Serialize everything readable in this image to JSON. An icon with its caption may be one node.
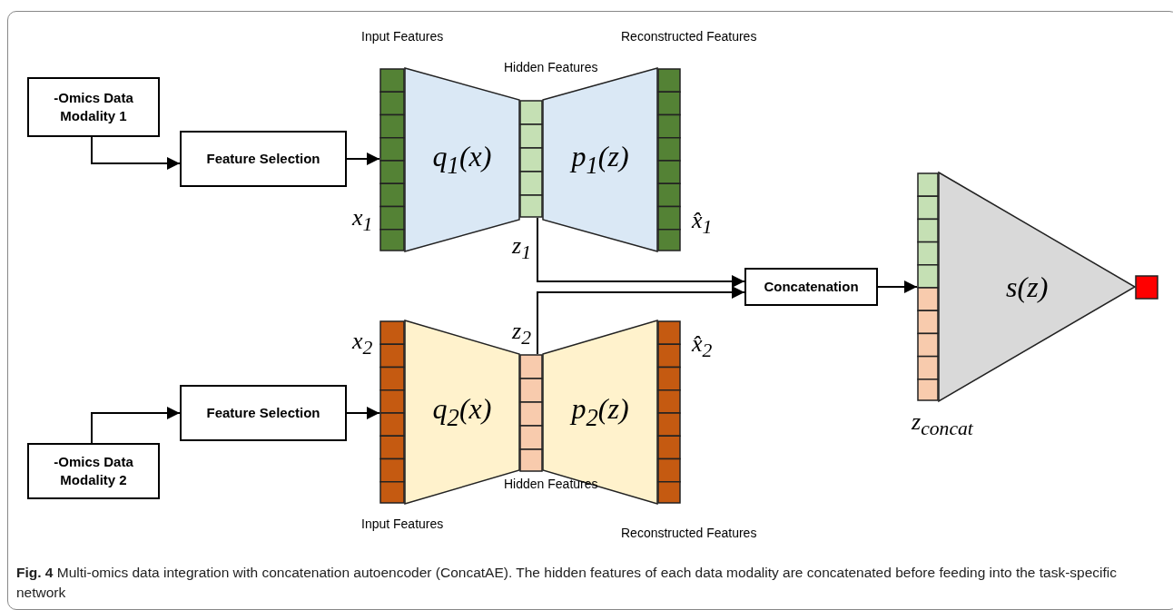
{
  "diagram": {
    "caption": "**Fig. 4** Multi-omics data integration with concatenation autoencoder (ConcatAE). The hidden features of each data modality are concatenated before feeding into the task-specific network",
    "nodes": [
      {
        "text": [
          "-Omics Data Modality 1"
        ]
      },
      {
        "text": [
          "Feature Selection"
        ]
      },
      {
        "text": [
          "Input Features"
        ],
        "beside": [
          "x$_{1}$"
        ]
      },
      {
        "text": [
          "q$_{1}$(x)"
        ]
      },
      {
        "text": [
          "Hidden Features"
        ]
      },
      {
        "text": [
          "p$_{1}$(z)"
        ]
      },
      {
        "text": [
          "Reconstructed Features"
        ]
      },
      {
        "text": [
          "Concatenation"
        ]
      },
      {
        "text": [],
        "shape": "bar",
        "beside": [
          "z$_{concat}$"
        ]
      },
      {
        "text": [
          "s(z)"
        ]
      },
      {
        "text": [],
        "shape": "box"
      },
      {
        "text": [
          "Input Features"
        ],
        "beside": [
          "x$_{2}$"
        ]
      },
      {
        "text": [
          "q$_{2}$(x)"
        ]
      },
      {
        "text": [
          "Hidden Features"
        ]
      },
      {
        "text": [
          "p$_{2}$(z)"
        ]
      },
      {
        "text": [
          "Reconstructed Features"
        ]
      },
      {
        "text": [
          "Feature Selection"
        ]
      },
      {
        "text": [
          "-Omics Data Modality 2"
        ]
      }
    ],
    "edges": [
      {
        "from": 0,
        "to": 1,
        "arrow": "to"
      },
      {
        "from": 1,
        "to": 2,
        "arrow": "to"
      },
      {
        "from": 4,
        "to": 7,
        "arrow": "to"
      },
      {
        "from": 13,
        "to": 7,
        "arrow": "to"
      },
      {
        "from": 7,
        "to": 8,
        "arrow": "to"
      },
      {
        "from": 17,
        "to": 16,
        "arrow": "to"
      },
      {
        "from": 16,
        "to": 11,
        "arrow": "to"
      }
    ],
    "labels": [
      "x̂$_{1}$",
      "z$_{1}$",
      "z$_{2}$",
      "x̂$_{2}$"
    ]
  }
}
